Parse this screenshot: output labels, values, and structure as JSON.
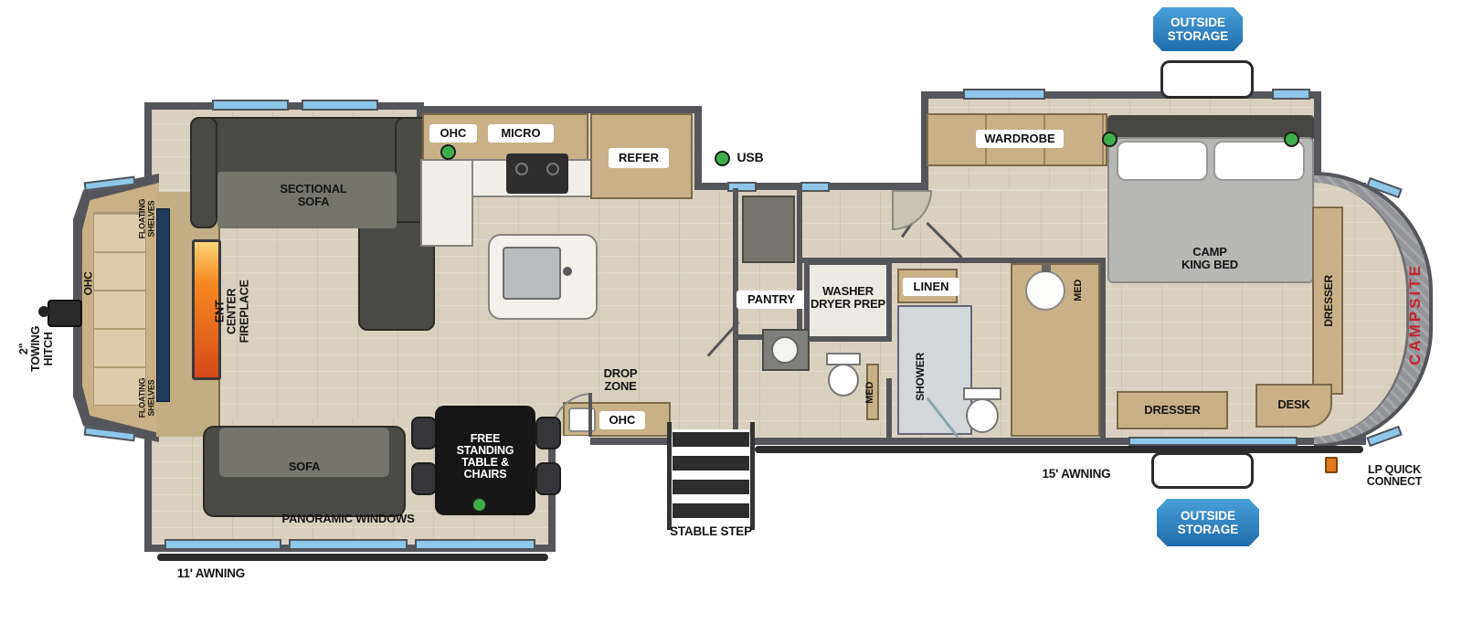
{
  "brand": {
    "name": "CAMPSITE"
  },
  "exterior": {
    "outside_storage_top": "OUTSIDE STORAGE",
    "outside_storage_bottom": "OUTSIDE STORAGE",
    "awning_front": "15' AWNING",
    "awning_rear": "11' AWNING",
    "lp_quick_connect": "LP QUICK CONNECT",
    "towing_hitch": "2\" TOWING HITCH",
    "stable_step": "STABLE STEP"
  },
  "living": {
    "sectional_sofa": "SECTIONAL SOFA",
    "sofa": "SOFA",
    "panoramic_windows": "PANORAMIC WINDOWS",
    "table": "FREE STANDING TABLE & CHAIRS",
    "ent_center": "ENT CENTER FIREPLACE",
    "floating_shelves_upper": "FLOATING SHELVES",
    "floating_shelves_lower": "FLOATING SHELVES",
    "rear_ohc": "OHC"
  },
  "kitchen": {
    "ohc": "OHC",
    "micro": "MICRO",
    "refer": "REFER",
    "usb": "USB",
    "pantry": "PANTRY",
    "drop_zone": "DROP ZONE",
    "drop_zone_ohc": "OHC"
  },
  "bath": {
    "washer_dryer_prep": "WASHER DRYER PREP",
    "linen": "LINEN",
    "shower": "SHOWER",
    "med_mid": "MED",
    "med_main": "MED"
  },
  "bedroom": {
    "wardrobe": "WARDROBE",
    "bed": "CAMP KING BED",
    "dresser_side": "DRESSER",
    "dresser_front": "DRESSER",
    "desk": "DESK"
  },
  "colors": {
    "window_blue": "#8ec7e8",
    "banner_blue": "#2b7fc0",
    "usb_green": "#3fae49",
    "brand_red": "#c0272d",
    "wall_gray": "#55565b"
  }
}
